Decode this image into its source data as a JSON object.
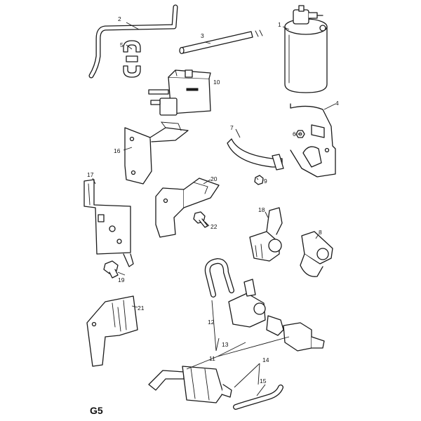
{
  "diagram": {
    "figure_code": "G5",
    "callouts": {
      "c1": "1",
      "c2": "2",
      "c3": "3",
      "c4": "4",
      "c5": "5",
      "c6": "6",
      "c7": "7",
      "c8": "8",
      "c9": "9",
      "c10": "10",
      "c11": "11",
      "c12": "12",
      "c13": "13",
      "c14": "14",
      "c15": "15",
      "c16": "16",
      "c17": "17",
      "c18": "18",
      "c19": "19",
      "c20": "20",
      "c21": "21",
      "c22": "22"
    }
  }
}
